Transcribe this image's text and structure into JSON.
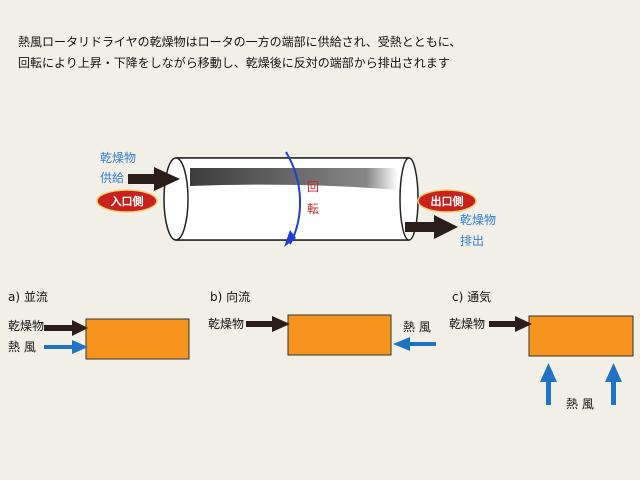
{
  "intro": {
    "line1": "熱風ロータリドライヤの乾燥物はロータの一方の端部に供給され、受熱とともに、",
    "line2": "回転により上昇・下降をしながら移動し、乾燥後に反対の端部から排出されます"
  },
  "rotor": {
    "feed_label_1": "乾燥物",
    "feed_label_2": "供給",
    "inlet_badge": "入口側",
    "outlet_badge": "出口側",
    "discharge_label_1": "乾燥物",
    "discharge_label_2": "排出",
    "rotation_label_1": "回",
    "rotation_label_2": "転"
  },
  "flows": [
    {
      "caption": "a) 並流",
      "material_label": "乾燥物",
      "air_label": "熱 風"
    },
    {
      "caption": "b) 向流",
      "material_label": "乾燥物",
      "air_label": "熱 風"
    },
    {
      "caption": "c) 通気",
      "material_label": "乾燥物",
      "air_label": "熱 風"
    }
  ],
  "colors": {
    "background": "#f2f0e6",
    "blue_text": "#2f7fd0",
    "blue_arrow": "#1f72c4",
    "material_arrow": "#2a1d1a",
    "box_fill": "#f7941d",
    "badge_fill": "#c9221e",
    "rotation_text": "#c62828",
    "rotation_arrow": "#1f3fd6"
  }
}
